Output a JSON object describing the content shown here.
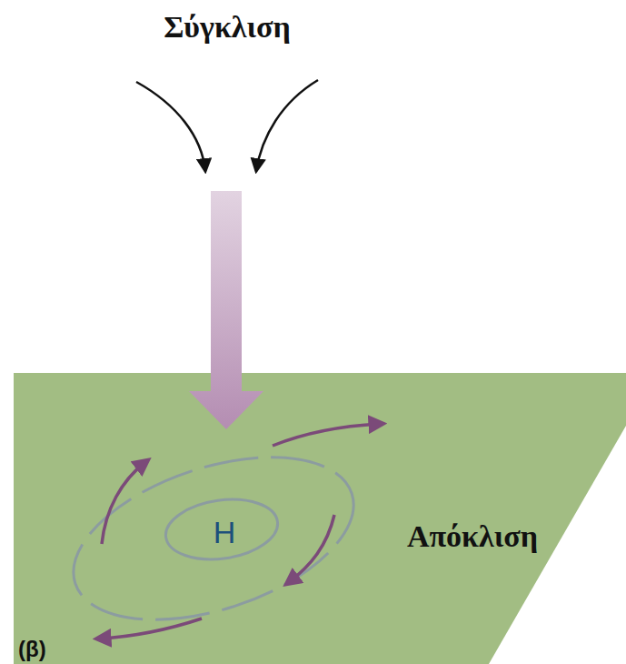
{
  "diagram": {
    "labels": [
      "Σύγκλιση",
      "H",
      "Απόκλιση",
      "(β)"
    ]
  }
}
